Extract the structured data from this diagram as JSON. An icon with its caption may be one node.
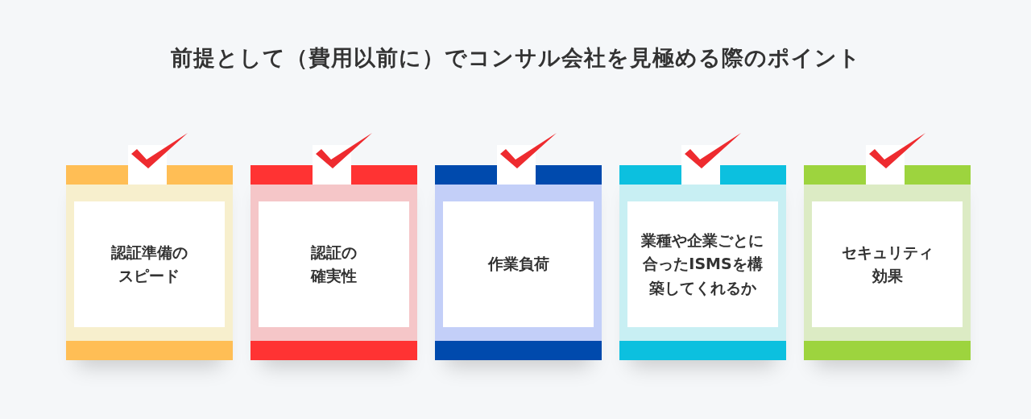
{
  "diagram": {
    "title": "前提として（費用以前に）でコンサル会社を見極める際のポイント",
    "nodes": [
      {
        "text": [
          "認証準備のスピード"
        ]
      },
      {
        "text": [
          "認証の確実性"
        ]
      },
      {
        "text": [
          "作業負荷"
        ]
      },
      {
        "text": [
          "業種や企業ごとに合ったISMSを構築してくれるか"
        ]
      },
      {
        "text": [
          "セキュリティ効果"
        ]
      }
    ],
    "edges": []
  }
}
